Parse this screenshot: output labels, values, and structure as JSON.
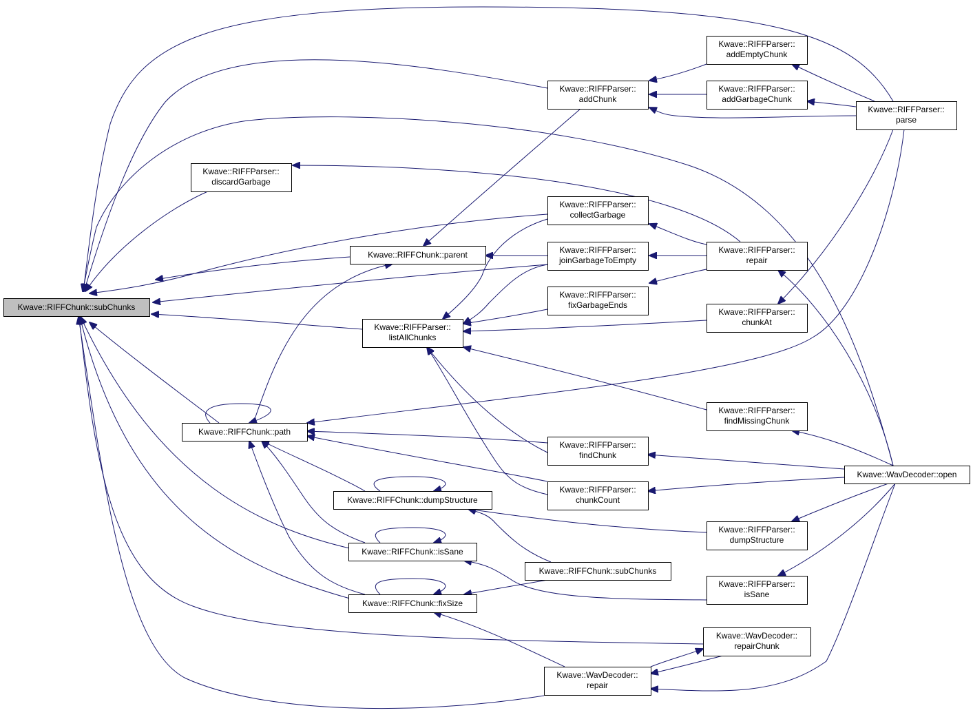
{
  "diagram": {
    "nodes": [
      {
        "id": "root",
        "lines": [
          "Kwave::RIFFChunk::subChunks"
        ],
        "root": true
      },
      {
        "id": "discardGarbage",
        "lines": [
          "Kwave::RIFFParser::",
          "discardGarbage"
        ]
      },
      {
        "id": "parent",
        "lines": [
          "Kwave::RIFFChunk::parent"
        ]
      },
      {
        "id": "listAllChunks",
        "lines": [
          "Kwave::RIFFParser::",
          "listAllChunks"
        ]
      },
      {
        "id": "path",
        "lines": [
          "Kwave::RIFFChunk::path"
        ]
      },
      {
        "id": "dumpStructure",
        "lines": [
          "Kwave::RIFFChunk::dumpStructure"
        ]
      },
      {
        "id": "isSaneChunk",
        "lines": [
          "Kwave::RIFFChunk::isSane"
        ]
      },
      {
        "id": "fixSize",
        "lines": [
          "Kwave::RIFFChunk::fixSize"
        ]
      },
      {
        "id": "addChunk",
        "lines": [
          "Kwave::RIFFParser::",
          "addChunk"
        ]
      },
      {
        "id": "collectGarbage",
        "lines": [
          "Kwave::RIFFParser::",
          "collectGarbage"
        ]
      },
      {
        "id": "joinGarbage",
        "lines": [
          "Kwave::RIFFParser::",
          "joinGarbageToEmpty"
        ]
      },
      {
        "id": "fixGarbageEnds",
        "lines": [
          "Kwave::RIFFParser::",
          "fixGarbageEnds"
        ]
      },
      {
        "id": "findChunk",
        "lines": [
          "Kwave::RIFFParser::",
          "findChunk"
        ]
      },
      {
        "id": "chunkCount",
        "lines": [
          "Kwave::RIFFParser::",
          "chunkCount"
        ]
      },
      {
        "id": "subChunks2",
        "lines": [
          "Kwave::RIFFChunk::subChunks"
        ]
      },
      {
        "id": "wavRepair",
        "lines": [
          "Kwave::WavDecoder::",
          "repair"
        ]
      },
      {
        "id": "addEmptyChunk",
        "lines": [
          "Kwave::RIFFParser::",
          "addEmptyChunk"
        ]
      },
      {
        "id": "addGarbageChunk",
        "lines": [
          "Kwave::RIFFParser::",
          "addGarbageChunk"
        ]
      },
      {
        "id": "parserRepair",
        "lines": [
          "Kwave::RIFFParser::",
          "repair"
        ]
      },
      {
        "id": "chunkAt",
        "lines": [
          "Kwave::RIFFParser::",
          "chunkAt"
        ]
      },
      {
        "id": "findMissingChunk",
        "lines": [
          "Kwave::RIFFParser::",
          "findMissingChunk"
        ]
      },
      {
        "id": "parserDump",
        "lines": [
          "Kwave::RIFFParser::",
          "dumpStructure"
        ]
      },
      {
        "id": "parserIsSane",
        "lines": [
          "Kwave::RIFFParser::",
          "isSane"
        ]
      },
      {
        "id": "repairChunk",
        "lines": [
          "Kwave::WavDecoder::",
          "repairChunk"
        ]
      },
      {
        "id": "parse",
        "lines": [
          "Kwave::RIFFParser::",
          "parse"
        ]
      },
      {
        "id": "open",
        "lines": [
          "Kwave::WavDecoder::open"
        ]
      }
    ],
    "edges": [
      {
        "from": "discardGarbage",
        "to": "root"
      },
      {
        "from": "parent",
        "to": "root"
      },
      {
        "from": "listAllChunks",
        "to": "root"
      },
      {
        "from": "path",
        "to": "root"
      },
      {
        "from": "isSaneChunk",
        "to": "root"
      },
      {
        "from": "fixSize",
        "to": "root"
      },
      {
        "from": "addChunk",
        "to": "root"
      },
      {
        "from": "collectGarbage",
        "to": "root"
      },
      {
        "from": "joinGarbage",
        "to": "root"
      },
      {
        "from": "wavRepair",
        "to": "root"
      },
      {
        "from": "repairChunk",
        "to": "root"
      },
      {
        "from": "parse",
        "to": "root"
      },
      {
        "from": "open",
        "to": "root"
      },
      {
        "from": "parserRepair",
        "to": "discardGarbage"
      },
      {
        "from": "addChunk",
        "to": "parent"
      },
      {
        "from": "joinGarbage",
        "to": "parent"
      },
      {
        "from": "path",
        "to": "parent"
      },
      {
        "from": "collectGarbage",
        "to": "listAllChunks"
      },
      {
        "from": "joinGarbage",
        "to": "listAllChunks"
      },
      {
        "from": "fixGarbageEnds",
        "to": "listAllChunks"
      },
      {
        "from": "chunkAt",
        "to": "listAllChunks"
      },
      {
        "from": "findMissingChunk",
        "to": "listAllChunks"
      },
      {
        "from": "findChunk",
        "to": "listAllChunks"
      },
      {
        "from": "chunkCount",
        "to": "listAllChunks"
      },
      {
        "from": "path",
        "to": "path"
      },
      {
        "from": "dumpStructure",
        "to": "path"
      },
      {
        "from": "isSaneChunk",
        "to": "path"
      },
      {
        "from": "fixSize",
        "to": "path"
      },
      {
        "from": "findChunk",
        "to": "path"
      },
      {
        "from": "chunkCount",
        "to": "path"
      },
      {
        "from": "parse",
        "to": "path"
      },
      {
        "from": "dumpStructure",
        "to": "dumpStructure"
      },
      {
        "from": "subChunks2",
        "to": "dumpStructure"
      },
      {
        "from": "parserDump",
        "to": "dumpStructure"
      },
      {
        "from": "isSaneChunk",
        "to": "isSaneChunk"
      },
      {
        "from": "parserIsSane",
        "to": "isSaneChunk"
      },
      {
        "from": "fixSize",
        "to": "fixSize"
      },
      {
        "from": "subChunks2",
        "to": "fixSize"
      },
      {
        "from": "wavRepair",
        "to": "fixSize"
      },
      {
        "from": "addEmptyChunk",
        "to": "addChunk"
      },
      {
        "from": "addGarbageChunk",
        "to": "addChunk"
      },
      {
        "from": "parse",
        "to": "addChunk"
      },
      {
        "from": "parserRepair",
        "to": "collectGarbage"
      },
      {
        "from": "parserRepair",
        "to": "joinGarbage"
      },
      {
        "from": "parserRepair",
        "to": "fixGarbageEnds"
      },
      {
        "from": "open",
        "to": "findChunk"
      },
      {
        "from": "open",
        "to": "chunkCount"
      },
      {
        "from": "repairChunk",
        "to": "wavRepair"
      },
      {
        "from": "open",
        "to": "wavRepair"
      },
      {
        "from": "parse",
        "to": "addEmptyChunk"
      },
      {
        "from": "parse",
        "to": "addGarbageChunk"
      },
      {
        "from": "open",
        "to": "parserRepair"
      },
      {
        "from": "parse",
        "to": "chunkAt"
      },
      {
        "from": "open",
        "to": "findMissingChunk"
      },
      {
        "from": "open",
        "to": "parserDump"
      },
      {
        "from": "open",
        "to": "parserIsSane"
      },
      {
        "from": "wavRepair",
        "to": "repairChunk"
      }
    ]
  }
}
